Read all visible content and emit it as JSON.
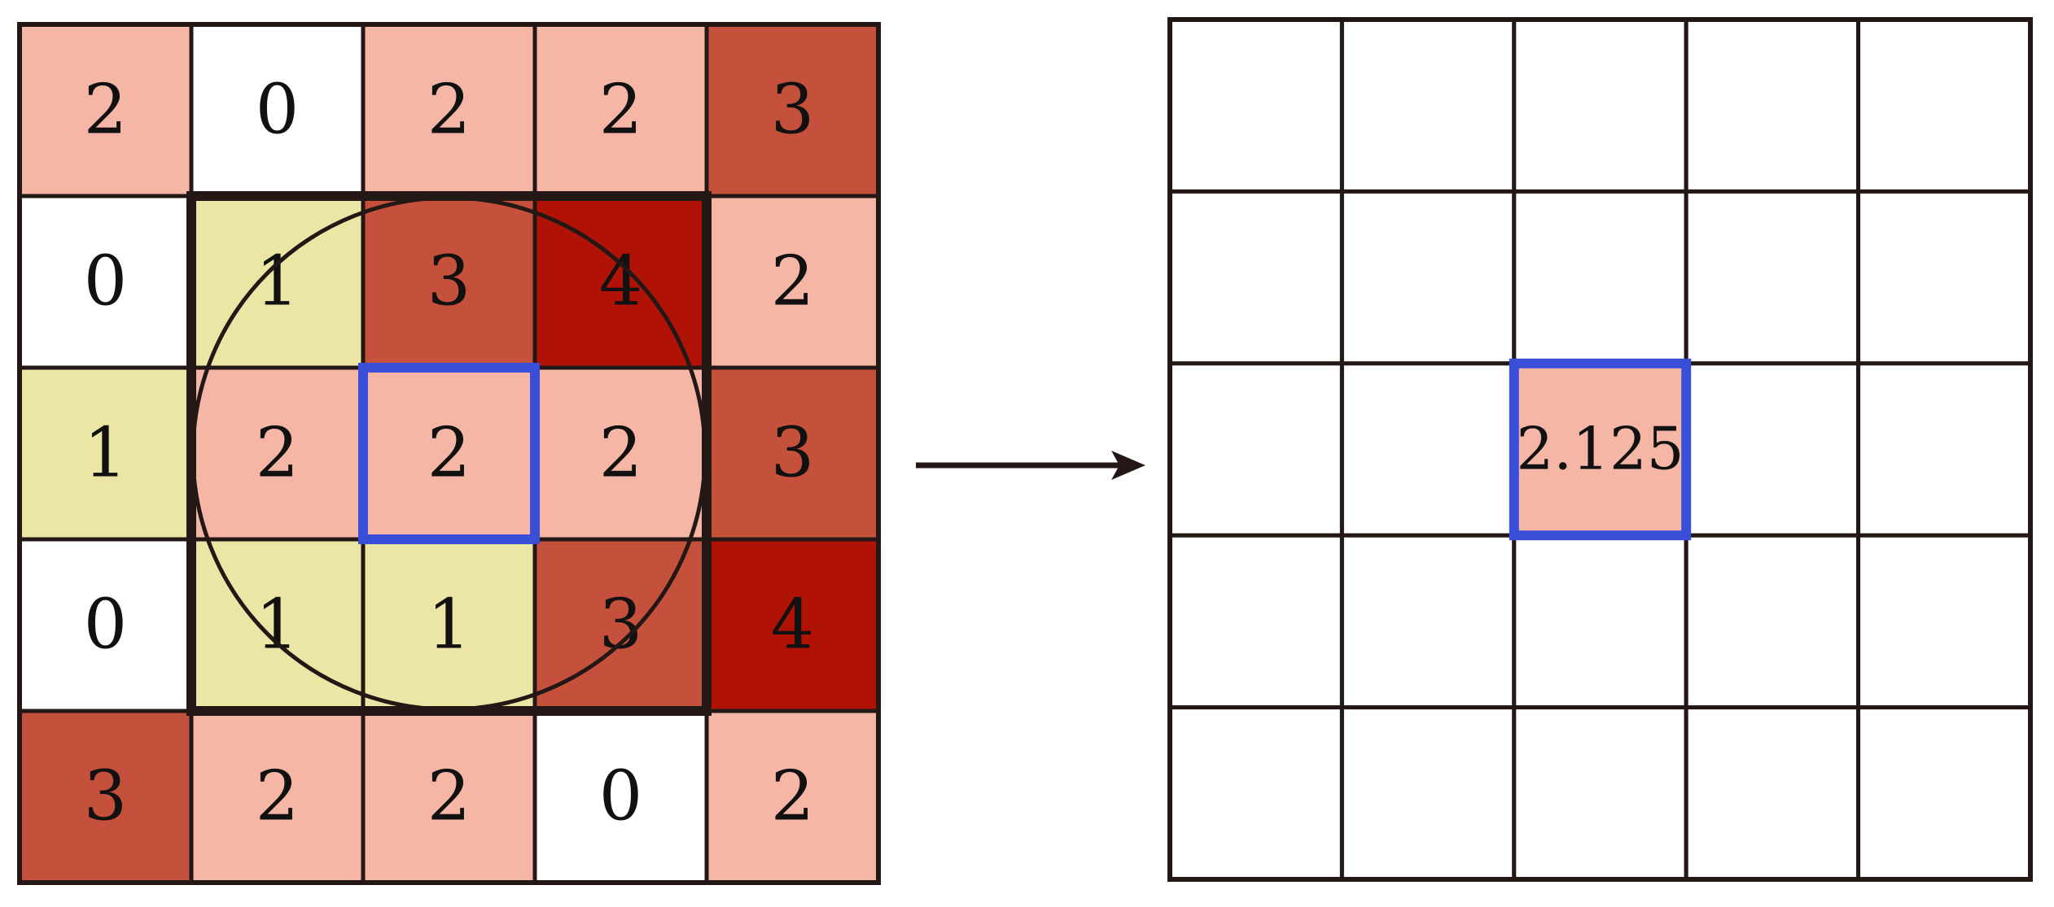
{
  "colors": {
    "value_0": "#ffffff",
    "value_1": "#ebe6a6",
    "value_2": "#f5b6a6",
    "value_3": "#c5503b",
    "value_4": "#b01206",
    "grid_line": "#231815",
    "highlight": "#3a4fd8",
    "arrow": "#231815"
  },
  "input_grid": {
    "rows": [
      [
        "2",
        "0",
        "2",
        "2",
        "3"
      ],
      [
        "0",
        "1",
        "3",
        "4",
        "2"
      ],
      [
        "1",
        "2",
        "2",
        "2",
        "3"
      ],
      [
        "0",
        "1",
        "1",
        "3",
        "4"
      ],
      [
        "3",
        "2",
        "2",
        "0",
        "2"
      ]
    ],
    "neighborhood_window": {
      "row_start": 1,
      "row_end": 3,
      "col_start": 1,
      "col_end": 3,
      "shape": "circle"
    },
    "focal_cell": {
      "row": 2,
      "col": 2
    }
  },
  "output_grid": {
    "rows": 5,
    "cols": 5,
    "focal_cell": {
      "row": 2,
      "col": 2
    },
    "focal_value": "2.125",
    "focal_color": "#f5b6a6"
  },
  "arrow": {
    "direction": "right",
    "icon": "arrow-right-icon"
  }
}
